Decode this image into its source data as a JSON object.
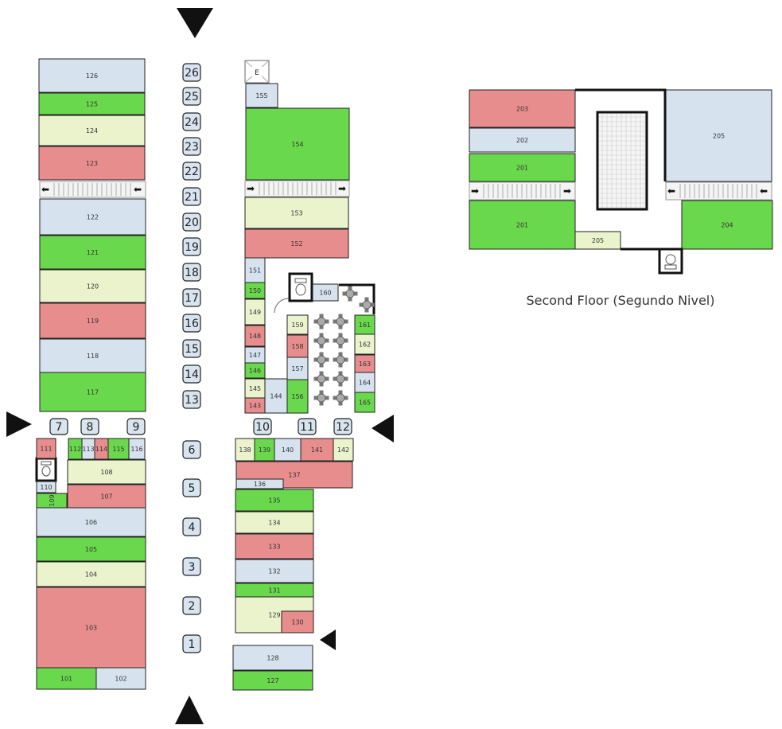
{
  "colors": {
    "red": "#e88d8d",
    "green": "#6ad84c",
    "blue": "#d6e3ef",
    "yellow": "#eaf3cc",
    "outline": "#222222"
  },
  "second_floor": {
    "title": "Second Floor (Segundo Nivel)"
  },
  "elevator_label": "E",
  "units_left": [
    {
      "id": "126",
      "color": "blue"
    },
    {
      "id": "125",
      "color": "green"
    },
    {
      "id": "124",
      "color": "yellow"
    },
    {
      "id": "123",
      "color": "red"
    },
    {
      "id": "122",
      "color": "blue"
    },
    {
      "id": "121",
      "color": "green"
    },
    {
      "id": "120",
      "color": "yellow"
    },
    {
      "id": "119",
      "color": "red"
    },
    {
      "id": "118",
      "color": "blue"
    },
    {
      "id": "117",
      "color": "green"
    },
    {
      "id": "111",
      "color": "red"
    },
    {
      "id": "112",
      "color": "green"
    },
    {
      "id": "113",
      "color": "blue"
    },
    {
      "id": "114",
      "color": "red"
    },
    {
      "id": "115",
      "color": "green"
    },
    {
      "id": "116",
      "color": "blue"
    },
    {
      "id": "108",
      "color": "yellow"
    },
    {
      "id": "110",
      "color": "blue"
    },
    {
      "id": "107",
      "color": "red"
    },
    {
      "id": "109",
      "color": "green"
    },
    {
      "id": "106",
      "color": "blue"
    },
    {
      "id": "105",
      "color": "green"
    },
    {
      "id": "104",
      "color": "yellow"
    },
    {
      "id": "103",
      "color": "red"
    },
    {
      "id": "101",
      "color": "green"
    },
    {
      "id": "102",
      "color": "blue"
    }
  ],
  "units_right": [
    {
      "id": "155",
      "color": "blue"
    },
    {
      "id": "154",
      "color": "green"
    },
    {
      "id": "153",
      "color": "yellow"
    },
    {
      "id": "152",
      "color": "red"
    },
    {
      "id": "151",
      "color": "blue"
    },
    {
      "id": "150",
      "color": "green"
    },
    {
      "id": "149",
      "color": "yellow"
    },
    {
      "id": "148",
      "color": "red"
    },
    {
      "id": "147",
      "color": "blue"
    },
    {
      "id": "146",
      "color": "green"
    },
    {
      "id": "145",
      "color": "yellow"
    },
    {
      "id": "143",
      "color": "red"
    },
    {
      "id": "144",
      "color": "blue"
    },
    {
      "id": "156",
      "color": "green"
    },
    {
      "id": "157",
      "color": "blue"
    },
    {
      "id": "158",
      "color": "red"
    },
    {
      "id": "159",
      "color": "yellow"
    },
    {
      "id": "160",
      "color": "blue"
    },
    {
      "id": "161",
      "color": "green"
    },
    {
      "id": "162",
      "color": "yellow"
    },
    {
      "id": "163",
      "color": "red"
    },
    {
      "id": "164",
      "color": "blue"
    },
    {
      "id": "165",
      "color": "green"
    },
    {
      "id": "138",
      "color": "yellow"
    },
    {
      "id": "139",
      "color": "green"
    },
    {
      "id": "140",
      "color": "blue"
    },
    {
      "id": "141",
      "color": "red"
    },
    {
      "id": "142",
      "color": "yellow"
    },
    {
      "id": "137",
      "color": "red"
    },
    {
      "id": "136",
      "color": "blue"
    },
    {
      "id": "135",
      "color": "green"
    },
    {
      "id": "134",
      "color": "yellow"
    },
    {
      "id": "133",
      "color": "red"
    },
    {
      "id": "132",
      "color": "blue"
    },
    {
      "id": "131",
      "color": "green"
    },
    {
      "id": "129",
      "color": "yellow"
    },
    {
      "id": "130",
      "color": "red"
    },
    {
      "id": "128",
      "color": "blue"
    },
    {
      "id": "127",
      "color": "green"
    }
  ],
  "units_second": [
    {
      "id": "203",
      "color": "red"
    },
    {
      "id": "202",
      "color": "blue"
    },
    {
      "id": "201",
      "color": "green"
    },
    {
      "id": "201",
      "color": "green"
    },
    {
      "id": "205",
      "color": "blue"
    },
    {
      "id": "204",
      "color": "green"
    },
    {
      "id": "205",
      "color": "yellow"
    }
  ],
  "aisle_markers": [
    "26",
    "25",
    "24",
    "23",
    "22",
    "21",
    "20",
    "19",
    "18",
    "17",
    "16",
    "15",
    "14",
    "13",
    "6",
    "5",
    "4",
    "3",
    "2",
    "1"
  ],
  "entrance_markers": [
    "7",
    "8",
    "9",
    "10",
    "11",
    "12"
  ]
}
